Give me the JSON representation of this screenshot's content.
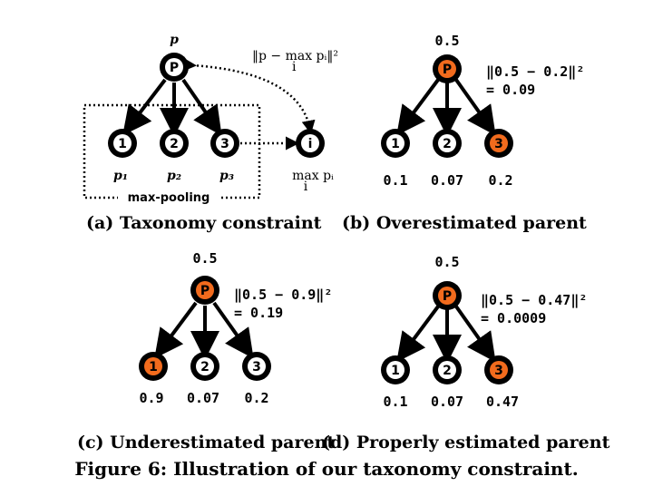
{
  "panel_a": {
    "parent_label": "p",
    "parent_node": "P",
    "formula": "‖p − max pᵢ‖²",
    "formula_sub": "i",
    "children": [
      "1",
      "2",
      "3"
    ],
    "child_values": [
      "p₁",
      "p₂",
      "p₃"
    ],
    "max_node": "i",
    "max_label": "max pᵢ",
    "max_sub": "i",
    "pooling_label": "max-pooling",
    "caption": "(a) Taxonomy constraint"
  },
  "panel_b": {
    "parent_value": "0.5",
    "parent_node": "P",
    "formula_line1": "‖0.5 − 0.2‖²",
    "formula_line2": "= 0.09",
    "children": [
      "1",
      "2",
      "3"
    ],
    "child_values": [
      "0.1",
      "0.07",
      "0.2"
    ],
    "caption": "(b) Overestimated parent"
  },
  "panel_c": {
    "parent_value": "0.5",
    "parent_node": "P",
    "formula_line1": "‖0.5 − 0.9‖²",
    "formula_line2": "= 0.19",
    "children": [
      "1",
      "2",
      "3"
    ],
    "child_values": [
      "0.9",
      "0.07",
      "0.2"
    ],
    "caption": "(c) Underestimated parent"
  },
  "panel_d": {
    "parent_value": "0.5",
    "parent_node": "P",
    "formula_line1": "‖0.5 − 0.47‖²",
    "formula_line2": "= 0.0009",
    "children": [
      "1",
      "2",
      "3"
    ],
    "child_values": [
      "0.1",
      "0.07",
      "0.47"
    ],
    "caption": "(d) Properly estimated parent"
  },
  "figure_caption": "Figure 6: Illustration of our taxonomy constraint.",
  "colors": {
    "highlight": "#f26b1d",
    "ink": "#000000"
  }
}
